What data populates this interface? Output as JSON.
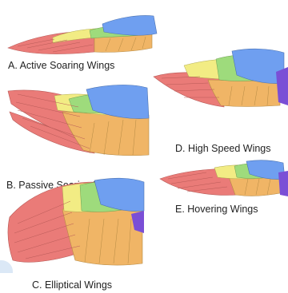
{
  "wings": [
    {
      "id": "active-soaring",
      "caption": "A. Active Soaring Wings"
    },
    {
      "id": "passive-soaring",
      "caption": "B. Passive Soaring Wings"
    },
    {
      "id": "elliptical",
      "caption": "C. Elliptical Wings"
    },
    {
      "id": "high-speed",
      "caption": "D. High Speed Wings"
    },
    {
      "id": "hovering",
      "caption": "E. Hovering Wings"
    }
  ],
  "colors": {
    "primaries": "#ea7b78",
    "secondaries": "#f0b566",
    "coverts": "#f2ec84",
    "greater_coverts": "#9edb7c",
    "lesser_coverts": "#6f9ff0",
    "alula": "#7a4fd6",
    "corner_shape": "#dbe8f6"
  }
}
